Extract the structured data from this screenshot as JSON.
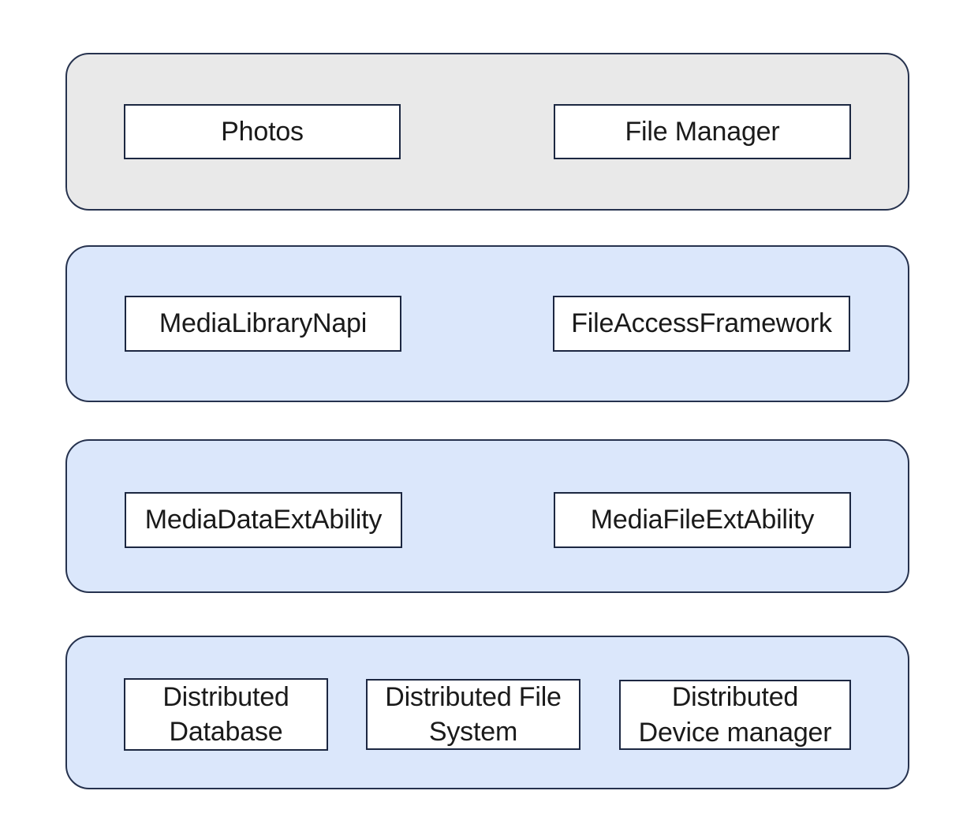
{
  "colors": {
    "background": "#ffffff",
    "band_border": "#26324e",
    "node_border": "#1c2741",
    "gray_layer_fill": "#e9e9e9",
    "blue_layer_fill": "#dbe7fb",
    "text": "#1a1a1a"
  },
  "layers": [
    {
      "fill": "#e9e9e9",
      "boxes": [
        {
          "label": "Photos"
        },
        {
          "label": "File Manager"
        }
      ]
    },
    {
      "fill": "#dbe7fb",
      "boxes": [
        {
          "label": "MediaLibraryNapi"
        },
        {
          "label": "FileAccessFramework"
        }
      ]
    },
    {
      "fill": "#dbe7fb",
      "boxes": [
        {
          "label": "MediaDataExtAbility"
        },
        {
          "label": "MediaFileExtAbility"
        }
      ]
    },
    {
      "fill": "#dbe7fb",
      "boxes": [
        {
          "label": "Distributed\nDatabase"
        },
        {
          "label": "Distributed File\nSystem"
        },
        {
          "label": "Distributed\nDevice manager"
        }
      ]
    }
  ]
}
